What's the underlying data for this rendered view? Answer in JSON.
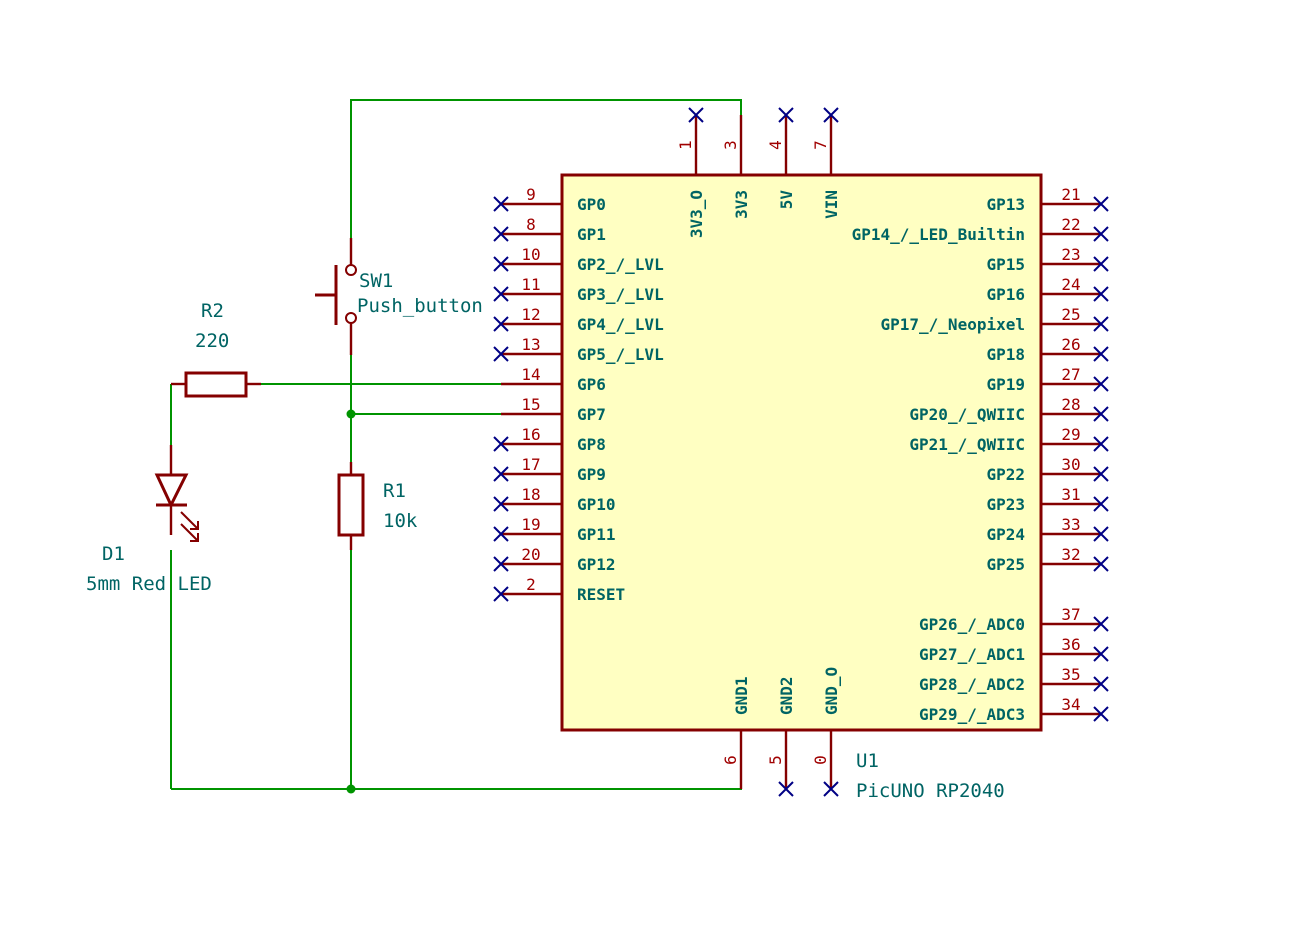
{
  "schematic": {
    "u1": {
      "ref": "U1",
      "value": "PicUNO RP2040",
      "left_pins": [
        {
          "name": "GP0",
          "num": "9",
          "nc": true
        },
        {
          "name": "GP1",
          "num": "8",
          "nc": true
        },
        {
          "name": "GP2_/_LVL",
          "num": "10",
          "nc": true
        },
        {
          "name": "GP3_/_LVL",
          "num": "11",
          "nc": true
        },
        {
          "name": "GP4_/_LVL",
          "num": "12",
          "nc": true
        },
        {
          "name": "GP5_/_LVL",
          "num": "13",
          "nc": true
        },
        {
          "name": "GP6",
          "num": "14",
          "nc": false
        },
        {
          "name": "GP7",
          "num": "15",
          "nc": false
        },
        {
          "name": "GP8",
          "num": "16",
          "nc": true
        },
        {
          "name": "GP9",
          "num": "17",
          "nc": true
        },
        {
          "name": "GP10",
          "num": "18",
          "nc": true
        },
        {
          "name": "GP11",
          "num": "19",
          "nc": true
        },
        {
          "name": "GP12",
          "num": "20",
          "nc": true
        },
        {
          "name": "RESET",
          "num": "2",
          "nc": true
        }
      ],
      "right_pins": [
        {
          "name": "GP13",
          "num": "21",
          "nc": true
        },
        {
          "name": "GP14_/_LED_Builtin",
          "num": "22",
          "nc": true
        },
        {
          "name": "GP15",
          "num": "23",
          "nc": true
        },
        {
          "name": "GP16",
          "num": "24",
          "nc": true
        },
        {
          "name": "GP17_/_Neopixel",
          "num": "25",
          "nc": true
        },
        {
          "name": "GP18",
          "num": "26",
          "nc": true
        },
        {
          "name": "GP19",
          "num": "27",
          "nc": true
        },
        {
          "name": "GP20_/_QWIIC",
          "num": "28",
          "nc": true
        },
        {
          "name": "GP21_/_QWIIC",
          "num": "29",
          "nc": true
        },
        {
          "name": "GP22",
          "num": "30",
          "nc": true
        },
        {
          "name": "GP23",
          "num": "31",
          "nc": true
        },
        {
          "name": "GP24",
          "num": "33",
          "nc": true
        },
        {
          "name": "GP25",
          "num": "32",
          "nc": true
        },
        {
          "name": "GP26_/_ADC0",
          "num": "37",
          "nc": true
        },
        {
          "name": "GP27_/_ADC1",
          "num": "36",
          "nc": true
        },
        {
          "name": "GP28_/_ADC2",
          "num": "35",
          "nc": true
        },
        {
          "name": "GP29_/_ADC3",
          "num": "34",
          "nc": true
        }
      ],
      "top_pins": [
        {
          "name": "3V3_O",
          "num": "1",
          "nc": true
        },
        {
          "name": "3V3",
          "num": "3",
          "nc": false
        },
        {
          "name": "5V",
          "num": "4",
          "nc": true
        },
        {
          "name": "VIN",
          "num": "7",
          "nc": true
        }
      ],
      "bottom_pins": [
        {
          "name": "GND1",
          "num": "6",
          "nc": false
        },
        {
          "name": "GND2",
          "num": "5",
          "nc": true
        },
        {
          "name": "GND_O",
          "num": "0",
          "nc": true
        }
      ]
    },
    "sw1": {
      "ref": "SW1",
      "value": "Push_button"
    },
    "r1": {
      "ref": "R1",
      "value": "10k"
    },
    "r2": {
      "ref": "R2",
      "value": "220"
    },
    "d1": {
      "ref": "D1",
      "value": "5mm Red LED"
    }
  }
}
